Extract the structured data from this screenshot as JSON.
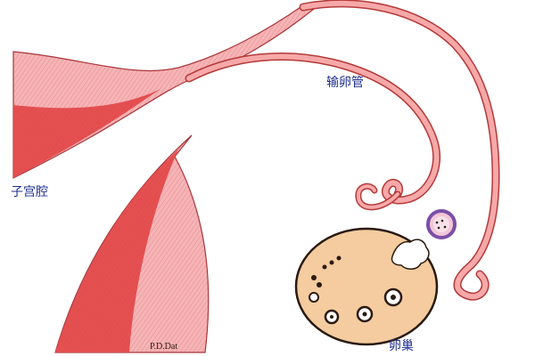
{
  "labels": {
    "fallopian_tube": "输卵管",
    "uterine_cavity": "子宫腔",
    "ovary": "卵巢",
    "artist_signature": "P.D.Dat"
  },
  "colors": {
    "label_blue": "#1f2f8c",
    "uterus_dark": "#e54f50",
    "uterus_mid": "#ef7276",
    "uterus_light": "#f6b4b6",
    "tube_fill": "#f7a8a8",
    "tube_outline": "#b33a3a",
    "ovary_fill": "#f5cc9f",
    "ovary_outline": "#2a1a10",
    "egg_ring": "#7b4fa8",
    "egg_fill": "#f3c6d6"
  }
}
